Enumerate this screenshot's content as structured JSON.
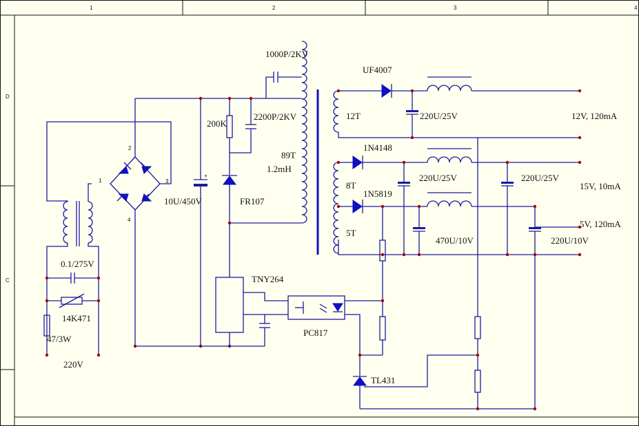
{
  "frame": {
    "columns": [
      "1",
      "2",
      "3",
      "4"
    ],
    "rows": [
      "D",
      "C"
    ]
  },
  "components": {
    "c_1000p": "1000P/2KV",
    "c_2200p": "2200P/2KV",
    "r_200k": "200K",
    "d_fr107": "FR107",
    "c_bulk": "10U/450V",
    "primary_turns": "89T",
    "primary_inductance": "1.2mH",
    "d_uf4007": "UF4007",
    "sec1_turns": "12T",
    "c_12v": "220U/25V",
    "out_12v": "12V, 120mA",
    "d_1n4148": "1N4148",
    "sec2_turns": "8T",
    "c_15v_a": "220U/25V",
    "c_15v_b": "220U/25V",
    "out_15v": "15V, 10mA",
    "d_1n5819": "1N5819",
    "sec3_turns": "5T",
    "c_5v_a": "470U/10V",
    "c_5v_b": "220U/10V",
    "out_5v": "5V, 120mA",
    "ic_tny": "TNY264",
    "opto": "PC817",
    "ref": "TL431",
    "c_x": "0.1/275V",
    "varistor": "14K471",
    "r_fuse": "47/3W",
    "ac_in": "220V",
    "bridge_pins": [
      "1",
      "2",
      "3",
      "4"
    ]
  }
}
